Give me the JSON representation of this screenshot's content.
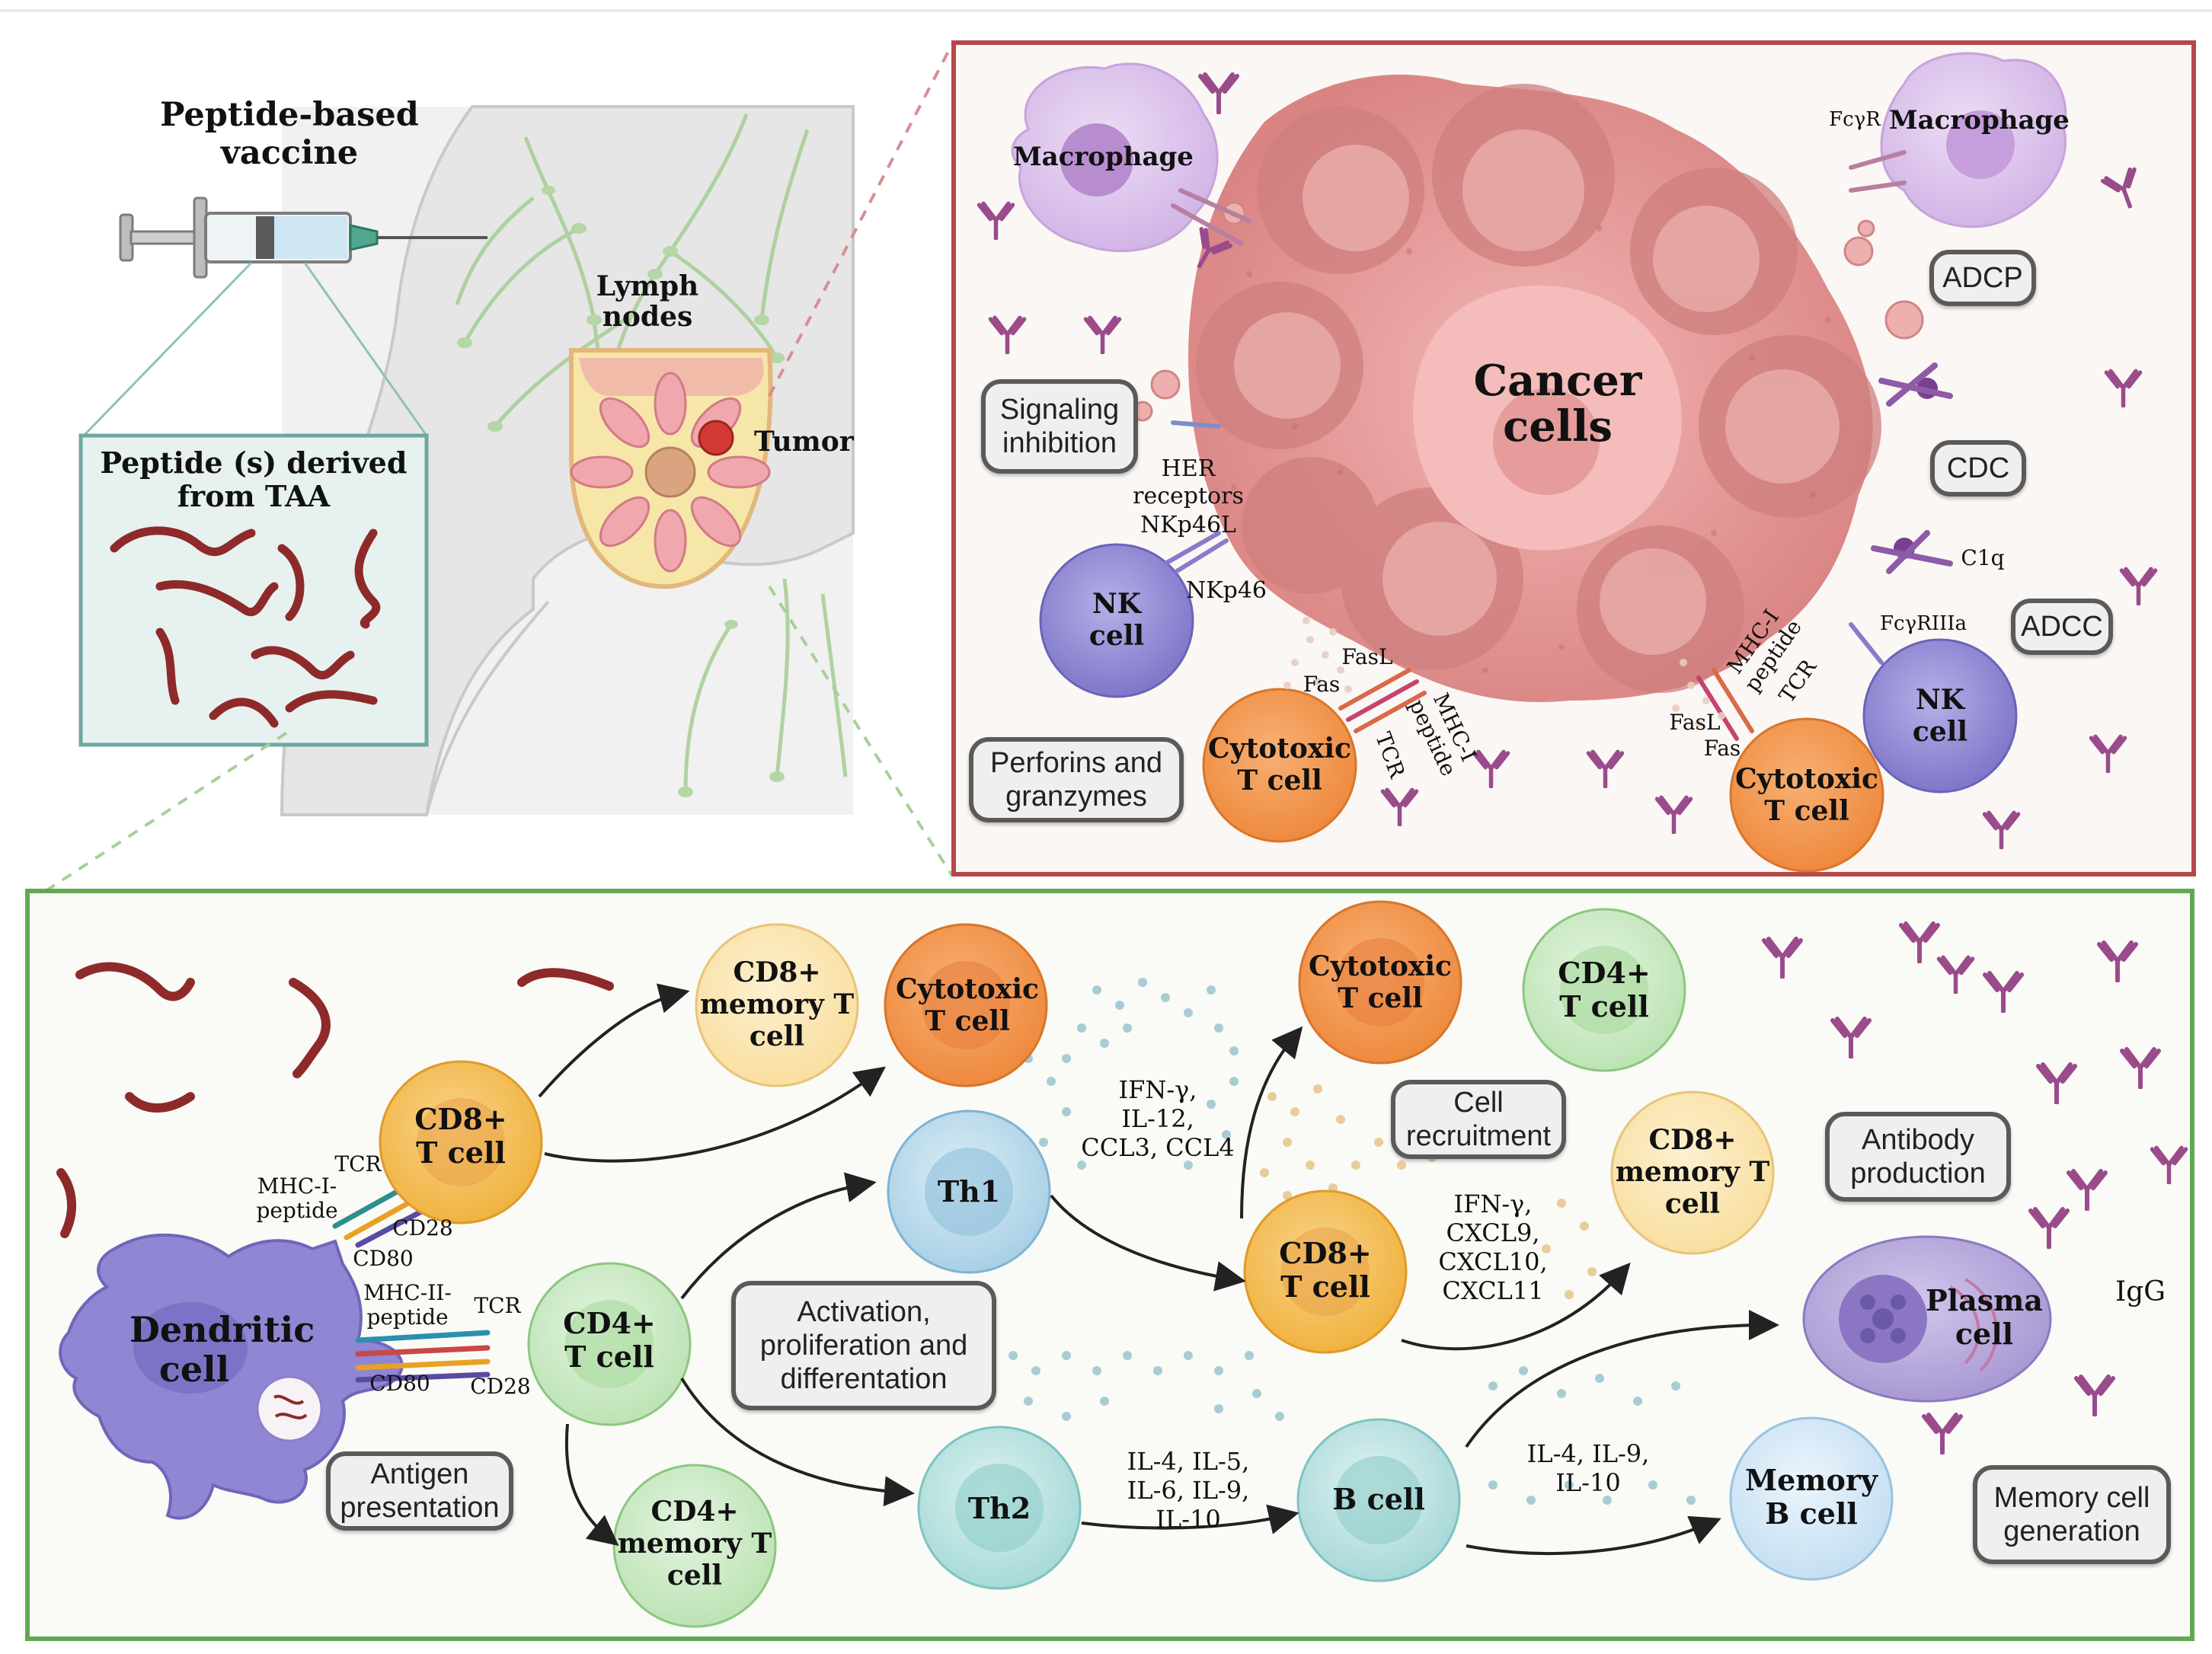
{
  "vaccine": {
    "title": "Peptide-based\nvaccine",
    "inset_title": "Peptide (s) derived\nfrom TAA"
  },
  "anatomy": {
    "lymph_nodes": "Lymph\nnodes",
    "tumor": "Tumor"
  },
  "tumor_panel": {
    "cancer_cells": "Cancer\ncells",
    "macrophage_left": "Macrophage",
    "macrophage_right": "Macrophage",
    "fcgr": "FcγR",
    "her_receptors": "HER\nreceptors",
    "nkp46l": "NKp46L",
    "nkp46": "NKp46",
    "nk_cell_left": "NK\ncell",
    "nk_cell_right": "NK\ncell",
    "fasl_left": "FasL",
    "fas_left": "Fas",
    "tcr_left": "TCR",
    "mhc_left": "MHC-I\npeptide",
    "mhc_right": "MHC-I\npeptide",
    "tcr_right": "TCR",
    "fasl_right": "FasL",
    "fas_right": "Fas",
    "fcgriiia": "FcγRIIIa",
    "c1q": "C1q",
    "ctl_left": "Cytotoxic\nT cell",
    "ctl_right": "Cytotoxic\nT cell",
    "box_adcp": "ADCP",
    "box_cdc": "CDC",
    "box_adcc": "ADCC",
    "box_signaling": "Signaling\ninhibition",
    "box_perforins": "Perforins and\ngranzymes"
  },
  "immune_panel": {
    "dendritic": "Dendritic\ncell",
    "tcr_top": "TCR",
    "mhc1": "MHC-I-\npeptide",
    "cd28_top": "CD28",
    "cd80_top": "CD80",
    "mhc2": "MHC-II-\npeptide",
    "tcr_bottom": "TCR",
    "cd80_bottom": "CD80",
    "cd28_bottom": "CD28",
    "cd8_t": "CD8+\nT cell",
    "cd4_t": "CD4+\nT cell",
    "cd8_mem": "CD8+\nmemory T\ncell",
    "ctl_mid": "Cytotoxic\nT cell",
    "th1": "Th1",
    "th2": "Th2",
    "cd4_mem": "CD4+\nmemory T\ncell",
    "ctl_top": "Cytotoxic\nT cell",
    "cd4_top": "CD4+\nT cell",
    "cd8_center": "CD8+\nT cell",
    "cd8_mem_right": "CD8+\nmemory T\ncell",
    "b_cell": "B cell",
    "memory_b": "Memory\nB cell",
    "plasma": "Plasma\ncell",
    "igg": "IgG",
    "cytokines_1": "IFN-γ,\nIL-12,\nCCL3, CCL4",
    "cytokines_2": "IFN-γ,\nCXCL9,\nCXCL10,\nCXCL11",
    "cytokines_3": "IL-4, IL-5,\nIL-6, IL-9,\nIL-10",
    "cytokines_4": "IL-4, IL-9,\nIL-10",
    "box_activation": "Activation,\nproliferation and\ndifferentation",
    "box_antigen": "Antigen\npresentation",
    "box_recruit": "Cell\nrecruitment",
    "box_antibody": "Antibody\nproduction",
    "box_memory": "Memory cell\ngeneration"
  },
  "colors": {
    "tumor_border": "#b5484b",
    "immune_border": "#62a851",
    "inset_border": "#6da7a2",
    "cancer": "#e29a98",
    "cancer_dark": "#c9706f",
    "macrophage": "#dcc3ea",
    "nk": "#8e86d1",
    "cytotoxic": "#f19a52",
    "cd8": "#f5c15f",
    "cd4": "#c4e5bf",
    "th1": "#b9d9ea",
    "th2": "#b8e0df",
    "plasma": "#b5a5d6",
    "antibody": "#9a4b8c",
    "peptide": "#8e2a2a",
    "dendritic": "#8f86d4"
  }
}
